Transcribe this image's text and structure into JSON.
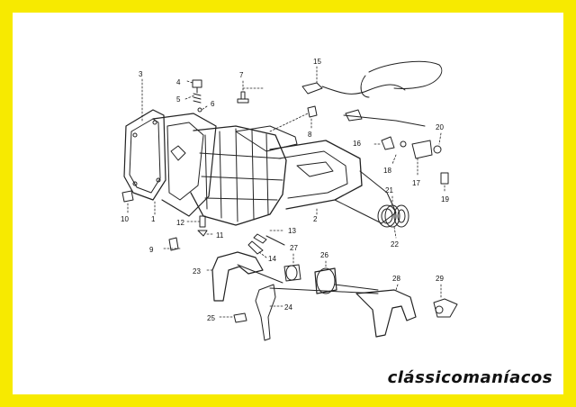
{
  "frame": {
    "border_color": "#f7ea00",
    "background": "#ffffff"
  },
  "brand": {
    "text": "clássicomaníacos"
  },
  "callouts": [
    "1",
    "2",
    "3",
    "4",
    "5",
    "6",
    "7",
    "8",
    "9",
    "10",
    "11",
    "12",
    "13",
    "14",
    "15",
    "16",
    "17",
    "18",
    "19",
    "20",
    "21",
    "22",
    "23",
    "24",
    "25",
    "26",
    "27",
    "28",
    "29"
  ]
}
